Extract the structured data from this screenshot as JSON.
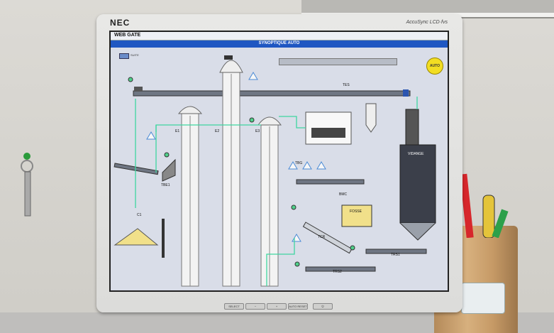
{
  "monitor": {
    "brand": "NEC",
    "model": "AccuSync LCD·fvs"
  },
  "app": {
    "title": "WEB GATE",
    "header": "SYNOPTIQUE AUTO",
    "suite_label": "SUITE",
    "auto_button": "AUTO"
  },
  "equipment": {
    "elevator_1": "E1",
    "elevator_2": "E2",
    "elevator_3": "E3",
    "conveyor_top": "TES",
    "hopper": "VIDANGE",
    "conveyor_tbg": "TBG",
    "conveyor_tbe": "TBE1",
    "silo_c1": "C1",
    "pit": "FOSSE",
    "conveyor_tcr": "TCR",
    "conveyor_trs1": "TRS1",
    "conveyor_trs2": "TRS2",
    "bin_label": "BMC"
  },
  "bezel_buttons": [
    "SELECT",
    "−",
    "+",
    "AUTO RESET",
    "⏻"
  ],
  "colors": {
    "screen_bg": "#d9dde8",
    "header_blue": "#1f57c2",
    "pipe_green": "#3fd6a0",
    "auto_yellow": "#f2dd22",
    "conveyor_gray": "#6f7683",
    "grain": "#f1e08a"
  }
}
